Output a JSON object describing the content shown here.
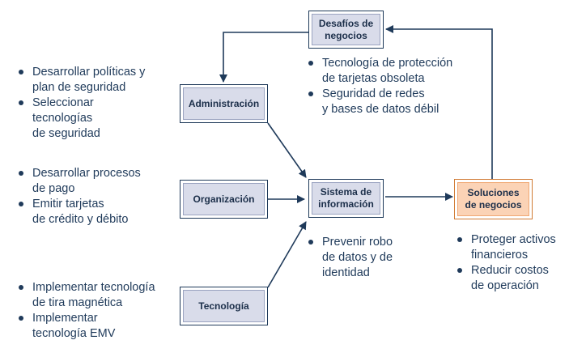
{
  "boxes": {
    "desafios": "Desafíos de\nnegocios",
    "administracion": "Administración",
    "organizacion": "Organización",
    "tecnologia": "Tecnología",
    "sistema": "Sistema de\ninformación",
    "soluciones": "Soluciones\nde negocios"
  },
  "lists": {
    "administracion": [
      "Desarrollar políticas y\nplan de seguridad",
      "Seleccionar\ntecnologías\nde seguridad"
    ],
    "organizacion": [
      "Desarrollar procesos\nde pago",
      "Emitir tarjetas\nde crédito y débito"
    ],
    "tecnologia": [
      "Implementar tecnología\nde tira magnética",
      "Implementar\ntecnología EMV"
    ],
    "desafios": [
      "Tecnología de protección\nde tarjetas obsoleta",
      "Seguridad de redes\ny bases de datos débil"
    ],
    "sistema": [
      "Prevenir robo\nde datos y de\nidentidad"
    ],
    "soluciones": [
      "Proteger activos\nfinancieros",
      "Reducir costos\nde operación"
    ]
  },
  "colors": {
    "text": "#1f3a5a",
    "arrow": "#1f3a5a",
    "box_fill": "#d9dcea",
    "solution_fill": "#fbd3b6",
    "solution_border": "#d07a33"
  }
}
